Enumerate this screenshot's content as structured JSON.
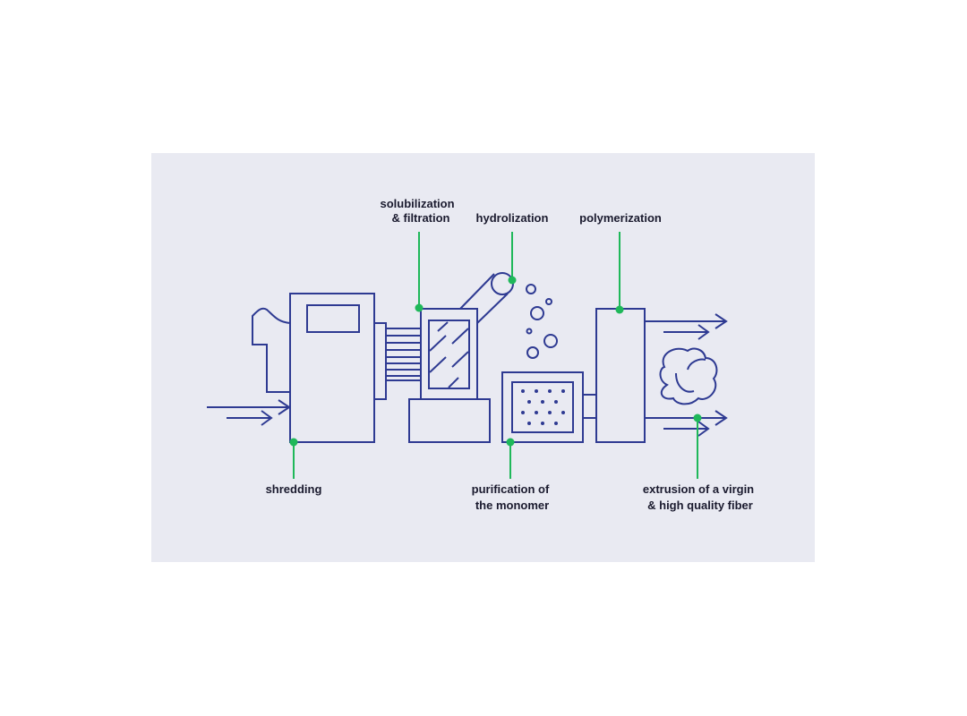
{
  "colors": {
    "panel": "#e9eaf2",
    "line": "#2e3a92",
    "accent": "#1fb85a"
  },
  "labels": {
    "solubilization_1": "solubilization",
    "solubilization_2": "& filtration",
    "hydrolization": "hydrolization",
    "polymerization": "polymerization",
    "shredding": "shredding",
    "purification_1": "purification of",
    "purification_2": "the monomer",
    "extrusion_1": "extrusion of a virgin",
    "extrusion_2": "& high quality fiber"
  }
}
